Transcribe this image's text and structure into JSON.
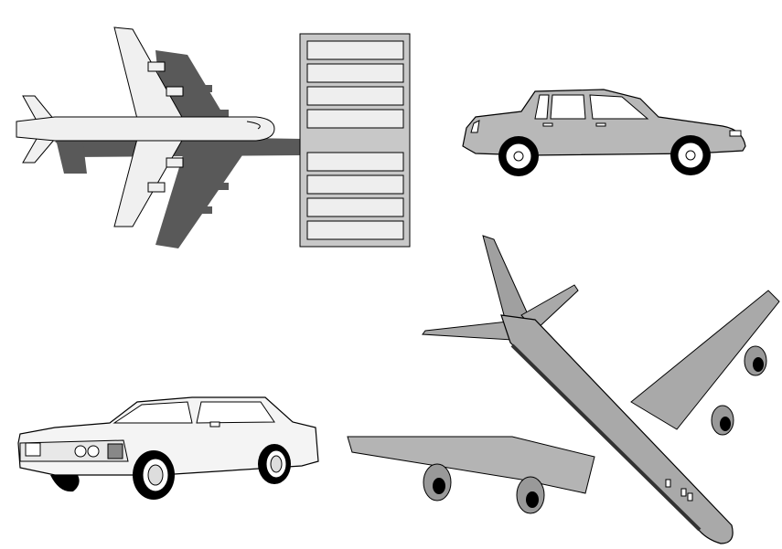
{
  "scene": {
    "background": "#ffffff",
    "outline": "#000000",
    "objects": [
      {
        "id": "airplane-top",
        "icon": "airplane-top-view-icon",
        "fill": "#f0f0f0",
        "shadow": "#595959"
      },
      {
        "id": "server-rack",
        "icon": "server-rack-icon",
        "slot_count": 8,
        "fill": "#c8c8c8",
        "slot_fill": "#eeeeee"
      },
      {
        "id": "sedan-gray",
        "icon": "sedan-car-icon",
        "fill": "#b8b8b8"
      },
      {
        "id": "coupe-white",
        "icon": "coupe-car-icon",
        "fill": "#f4f4f4"
      },
      {
        "id": "jumbo-jet",
        "icon": "jumbo-jet-icon",
        "fill": "#a9a9a9"
      }
    ]
  }
}
